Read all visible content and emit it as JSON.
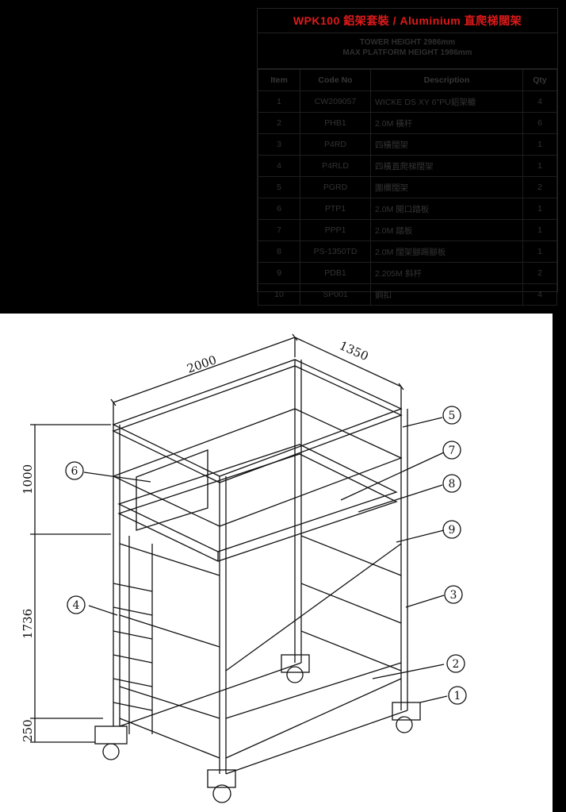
{
  "title": "WPK100 鋁架套裝 / Aluminium 直爬梯闊架",
  "tower_height": "TOWER HEIGHT 2986mm",
  "platform_height": "MAX PLATFORM HEIGHT 1986mm",
  "headers": {
    "item": "Item",
    "code": "Code No",
    "desc": "Description",
    "qty": "Qty"
  },
  "rows": [
    {
      "item": "1",
      "code": "CW209057",
      "desc": "WICKE DS XY 6\"PU鋁架轆",
      "qty": "4"
    },
    {
      "item": "2",
      "code": "PHB1",
      "desc": "2.0M 橫杆",
      "qty": "6"
    },
    {
      "item": "3",
      "code": "P4RD",
      "desc": "四橫闊架",
      "qty": "1"
    },
    {
      "item": "4",
      "code": "P4RLD",
      "desc": "四橫直爬梯闊架",
      "qty": "1"
    },
    {
      "item": "5",
      "code": "PGRD",
      "desc": "圍欄闊架",
      "qty": "2"
    },
    {
      "item": "6",
      "code": "PTP1",
      "desc": "2.0M 開口踏板",
      "qty": "1"
    },
    {
      "item": "7",
      "code": "PPP1",
      "desc": "2.0M 踏板",
      "qty": "1"
    },
    {
      "item": "8",
      "code": "PS-1350TD",
      "desc": "2.0M 闊架腳踢腳板",
      "qty": "1"
    },
    {
      "item": "9",
      "code": "PDB1",
      "desc": "2.205M 斜杆",
      "qty": "2"
    },
    {
      "item": "10",
      "code": "SP001",
      "desc": "鋼扣",
      "qty": "4"
    }
  ],
  "dimensions": {
    "width": "2000",
    "depth": "1350",
    "h1": "1000",
    "h2": "1736",
    "h3": "250"
  },
  "callouts": [
    "1",
    "2",
    "3",
    "4",
    "5",
    "6",
    "7",
    "8",
    "9"
  ]
}
